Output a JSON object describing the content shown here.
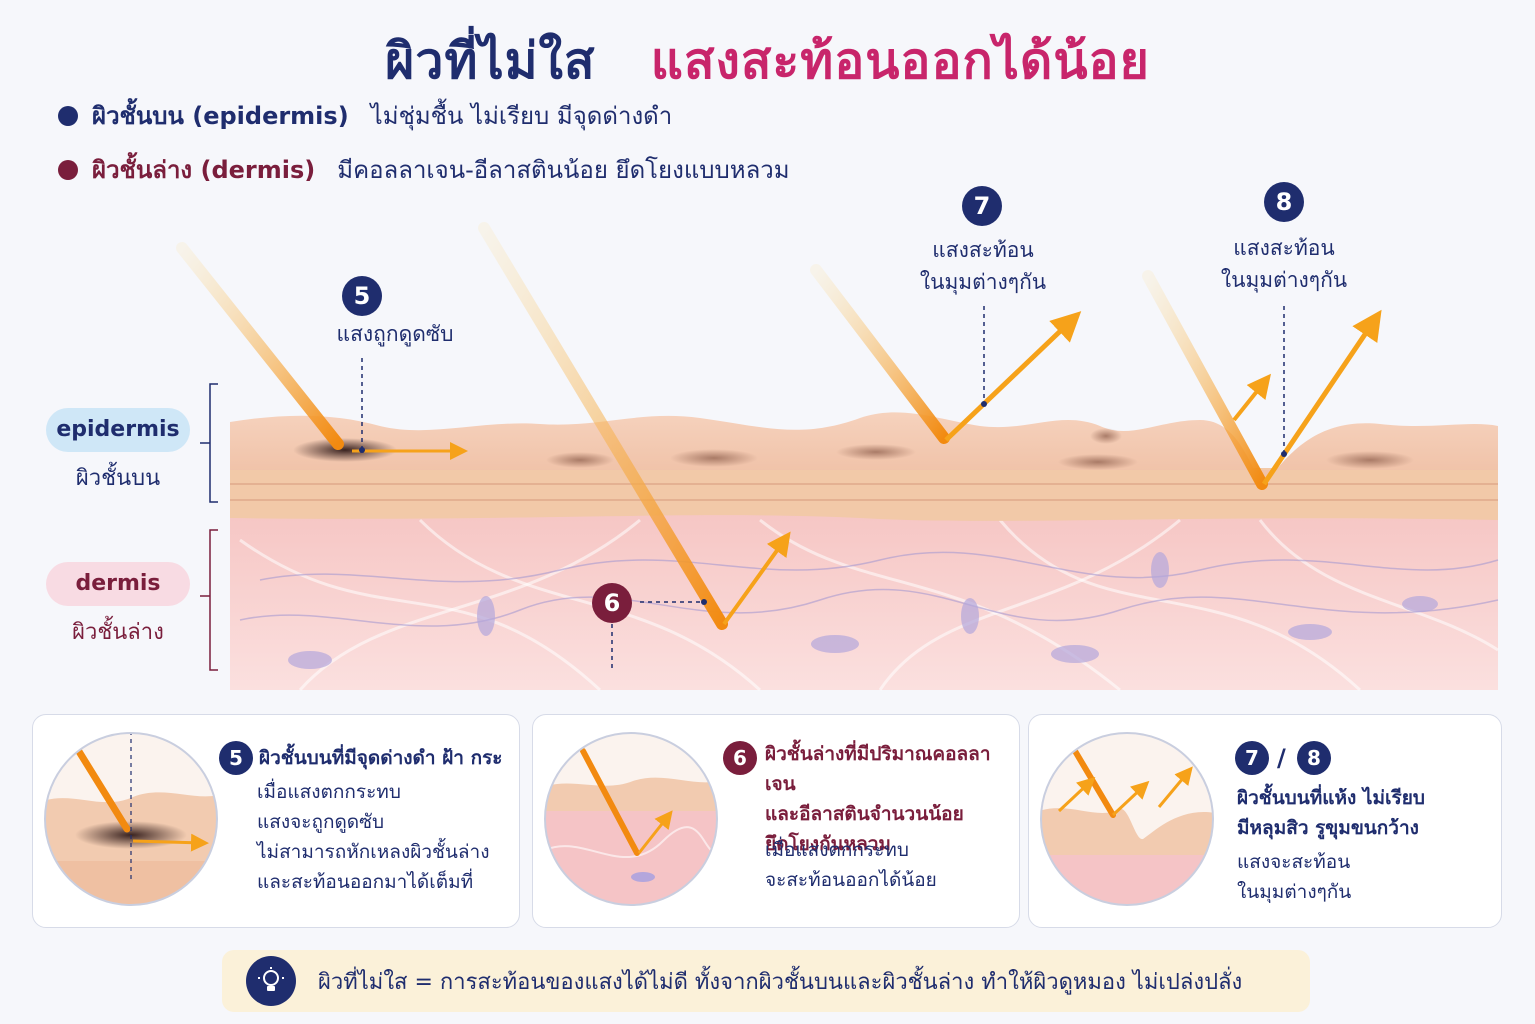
{
  "title": {
    "part1": "ผิวที่ไม่ใส",
    "part2": "แสงสะท้อนออกได้น้อย"
  },
  "legend": [
    {
      "name": "ผิวชั้นบน (epidermis)",
      "desc": "ไม่ชุ่มชื้น ไม่เรียบ มีจุดด่างดำ"
    },
    {
      "name": "ผิวชั้นล่าง (dermis)",
      "desc": "มีคอลลาเจน-อีลาสตินน้อย ยึดโยงแบบหลวม"
    }
  ],
  "layers": {
    "epidermis": {
      "label": "epidermis",
      "sub": "ผิวชั้นบน"
    },
    "dermis": {
      "label": "dermis",
      "sub": "ผิวชั้นล่าง"
    }
  },
  "callouts": {
    "c5": {
      "num": "5",
      "text": "แสงถูกดูดซับ"
    },
    "c6": {
      "num": "6"
    },
    "c7": {
      "num": "7",
      "line1": "แสงสะท้อน",
      "line2": "ในมุมต่างๆกัน"
    },
    "c8": {
      "num": "8",
      "line1": "แสงสะท้อน",
      "line2": "ในมุมต่างๆกัน"
    }
  },
  "cards": [
    {
      "num": "5",
      "head": "ผิวชั้นบนที่มีจุดด่างดำ ฝ้า กระ",
      "lines": [
        "เมื่อแสงตกกระทบ",
        "แสงจะถูกดูดซับ",
        "ไม่สามารถหักเหลงผิวชั้นล่าง",
        "และสะท้อนออกมาได้เต็มที่"
      ]
    },
    {
      "num": "6",
      "head1": "ผิวชั้นล่างที่มีปริมาณคอลลาเจน",
      "head2": "และอีลาสตินจำนวนน้อย",
      "head3": "ยึดโยงกันหลวม",
      "lines": [
        "เมื่อแสงตกกระทบ",
        "จะสะท้อนออกได้น้อย"
      ]
    },
    {
      "num_a": "7",
      "sep": "/",
      "num_b": "8",
      "head1": "ผิวชั้นบนที่แห้ง ไม่เรียบ",
      "head2": "มีหลุมสิว รูขุมขนกว้าง",
      "lines": [
        "แสงจะสะท้อน",
        "ในมุมต่างๆกัน"
      ]
    }
  ],
  "footer": {
    "text": "ผิวที่ไม่ใส = การสะท้อนของแสงได้ไม่ดี ทั้งจากผิวชั้นบนและผิวชั้นล่าง ทำให้ผิวดูหมอง ไม่เปล่งปลั่ง",
    "icon": "lightbulb-icon"
  },
  "colors": {
    "navy": "#1f2d6e",
    "magenta": "#c8256b",
    "maroon": "#7a1e3c",
    "light_ray": "#f6a21a"
  }
}
